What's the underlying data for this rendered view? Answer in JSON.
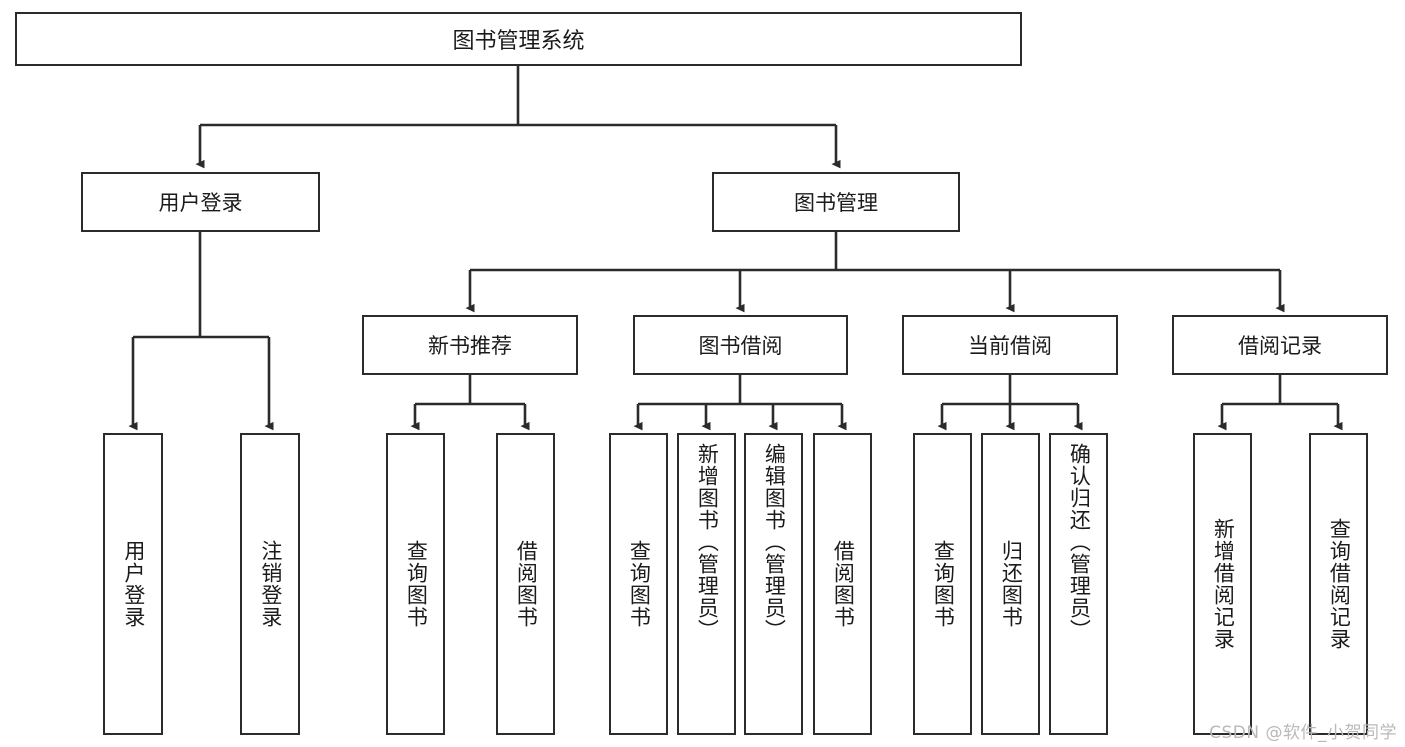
{
  "diagram": {
    "type": "tree-hierarchy",
    "title": "图书管理系统",
    "watermark": "CSDN @软件_小贺同学",
    "colors": {
      "box_border": "#2b2b2b",
      "box_fill": "#ffffff",
      "edge": "#2b2b2b",
      "text": "#1b1b1b",
      "watermark": "#b9b9b9",
      "background": "#ffffff"
    },
    "root": {
      "label": "图书管理系统"
    },
    "level2": [
      {
        "id": "user-login",
        "label": "用户登录"
      },
      {
        "id": "book-manage",
        "label": "图书管理"
      }
    ],
    "level3": [
      {
        "id": "new-book-recommend",
        "label": "新书推荐"
      },
      {
        "id": "book-borrow",
        "label": "图书借阅"
      },
      {
        "id": "current-borrow",
        "label": "当前借阅"
      },
      {
        "id": "borrow-record",
        "label": "借阅记录"
      }
    ],
    "leaves": {
      "user_login": [
        {
          "id": "leaf-user-login",
          "label": "用户登录"
        },
        {
          "id": "leaf-logout-login",
          "label": "注销登录"
        }
      ],
      "new_book_recommend": [
        {
          "id": "leaf-query-book-1",
          "label": "查询图书"
        },
        {
          "id": "leaf-borrow-book-1",
          "label": "借阅图书"
        }
      ],
      "book_borrow": [
        {
          "id": "leaf-query-book-2",
          "label": "查询图书"
        },
        {
          "id": "leaf-add-book",
          "label": "新增图书（管理员）"
        },
        {
          "id": "leaf-edit-book",
          "label": "编辑图书（管理员）"
        },
        {
          "id": "leaf-borrow-book-2",
          "label": "借阅图书"
        }
      ],
      "current_borrow": [
        {
          "id": "leaf-query-book-3",
          "label": "查询图书"
        },
        {
          "id": "leaf-return-book",
          "label": "归还图书"
        },
        {
          "id": "leaf-confirm-return",
          "label": "确认归还（管理员）"
        }
      ],
      "borrow_record": [
        {
          "id": "leaf-add-record",
          "label": "新增借阅记录"
        },
        {
          "id": "leaf-query-record",
          "label": "查询借阅记录"
        }
      ]
    }
  }
}
